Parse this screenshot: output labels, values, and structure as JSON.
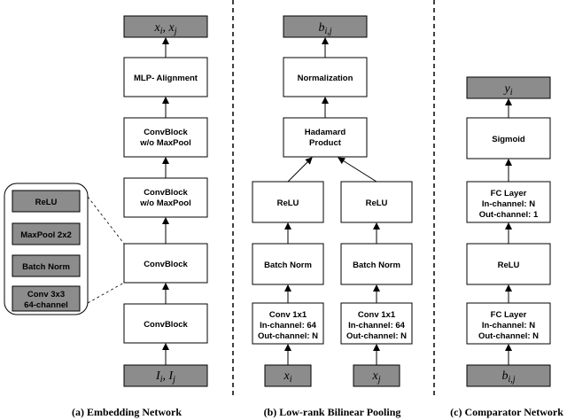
{
  "embedding": {
    "output": {
      "main": "x",
      "sub": "i",
      "sep": ", ",
      "main2": "x",
      "sub2": "j"
    },
    "mlp": "MLP- Alignment",
    "cb_nomax_top": [
      "ConvBlock",
      "w/o MaxPool"
    ],
    "cb_nomax_bottom": [
      "ConvBlock",
      "w/o MaxPool"
    ],
    "cb_upper": "ConvBlock",
    "cb_lower": "ConvBlock",
    "input": {
      "main": "I",
      "sub": "i",
      "sep": ", ",
      "main2": "I",
      "sub2": "j"
    },
    "detail": {
      "relu": "ReLU",
      "maxpool": "MaxPool 2x2",
      "batchnorm": "Batch Norm",
      "conv": [
        "Conv 3x3",
        "64-channel"
      ]
    },
    "caption": "(a) Embedding Network"
  },
  "bilinear": {
    "output": {
      "main": "b",
      "sub": "i,j"
    },
    "normalization": "Normalization",
    "hadamard": [
      "Hadamard",
      "Product"
    ],
    "relu_left": "ReLU",
    "relu_right": "ReLU",
    "bn_left": "Batch Norm",
    "bn_right": "Batch Norm",
    "conv_left": [
      "Conv 1x1",
      "In-channel: 64",
      "Out-channel: N"
    ],
    "conv_right": [
      "Conv 1x1",
      "In-channel: 64",
      "Out-channel: N"
    ],
    "input_left": {
      "main": "x",
      "sub": "i"
    },
    "input_right": {
      "main": "x",
      "sub": "j"
    },
    "caption": "(b) Low-rank Bilinear Pooling"
  },
  "comparator": {
    "output": {
      "main": "y",
      "sub": "i"
    },
    "sigmoid": "Sigmoid",
    "fc_top": [
      "FC Layer",
      "In-channel: N",
      "Out-channel: 1"
    ],
    "relu": "ReLU",
    "fc_bottom": [
      "FC Layer",
      "In-channel: N",
      "Out-channel: N"
    ],
    "input": {
      "main": "b",
      "sub": "i,j"
    },
    "caption": "(c) Comparator Network"
  },
  "colors": {
    "io_fill": "#8c8c8c",
    "box_fill": "#ffffff",
    "stroke": "#000000"
  }
}
